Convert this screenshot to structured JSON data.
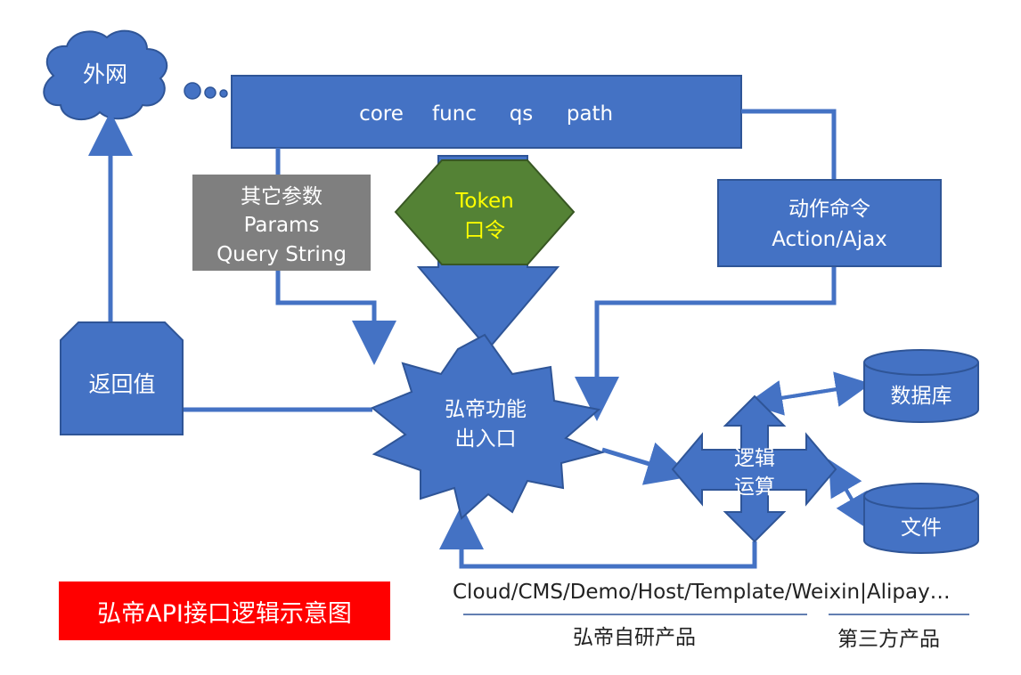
{
  "colors": {
    "blue": "#4472c4",
    "gray": "#7f7f7f",
    "green": "#548235",
    "yellow": "#ffff00",
    "red": "#ff0000"
  },
  "nodes": {
    "internet": "外网",
    "router_fields": [
      "core",
      "func",
      "qs",
      "path"
    ],
    "params": [
      "其它参数",
      "Params",
      "Query String"
    ],
    "token": [
      "Token",
      "口令"
    ],
    "action": [
      "动作命令",
      "Action/Ajax"
    ],
    "return_value": "返回值",
    "entry": [
      "弘帝功能",
      "出入口"
    ],
    "logic": [
      "逻辑",
      "运算"
    ],
    "database": "数据库",
    "file": "文件"
  },
  "footer": {
    "products": "Cloud/CMS/Demo/Host/Template/Weixin|Alipay…",
    "own_products": "弘帝自研产品",
    "third_party": "第三方产品",
    "legend": "弘帝API接口逻辑示意图"
  }
}
